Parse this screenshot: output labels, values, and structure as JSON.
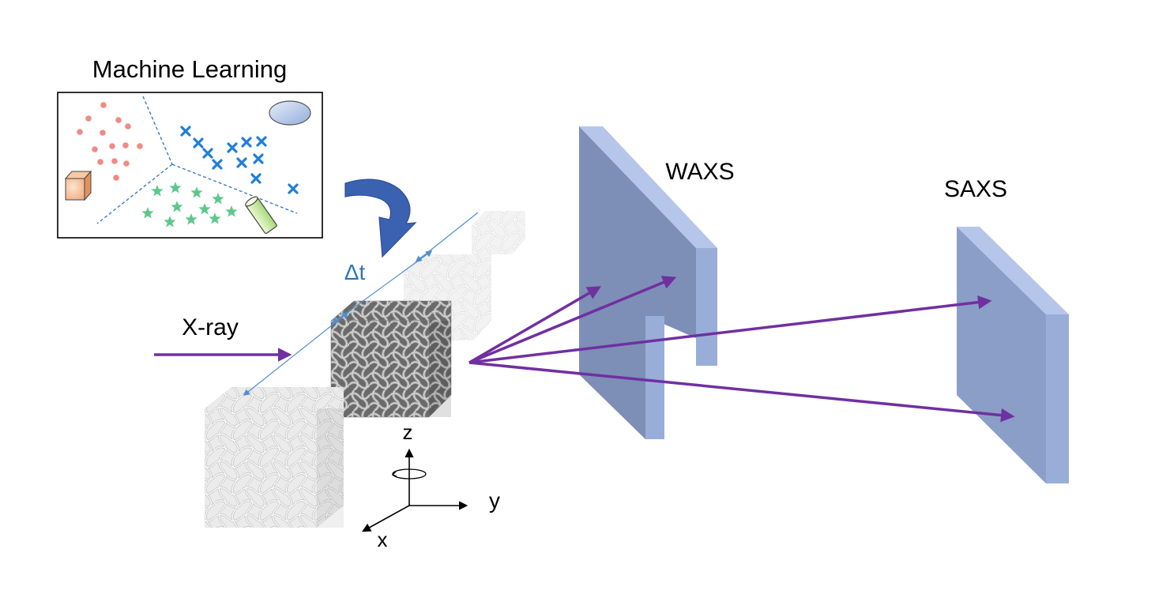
{
  "labels": {
    "ml_title": "Machine Learning",
    "delta_t": "Δt",
    "xray": "X-ray",
    "waxs": "WAXS",
    "saxs": "SAXS",
    "axis_z": "z",
    "axis_y": "y",
    "axis_x": "x"
  },
  "colors": {
    "beam": "#7030a0",
    "detector_face": "#7d8fb7",
    "detector_side": "#99add9",
    "detector_top": "#b6c6ea",
    "dot": "#f08a84",
    "cross": "#1f7fd8",
    "star": "#5ec78a",
    "timeline": "#4f8fd0",
    "delta_t_text": "#2e75b6",
    "curved_arrow": "#3b62b0"
  },
  "icons": [
    "cube-icon",
    "ellipsoid-icon",
    "cylinder-icon",
    "curved-arrow-icon",
    "rotation-icon"
  ]
}
